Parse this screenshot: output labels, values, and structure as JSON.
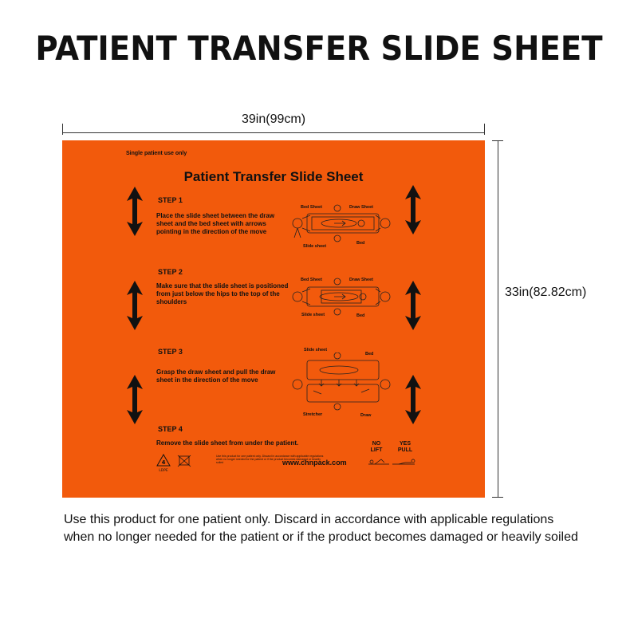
{
  "title": "PATIENT TRANSFER SLIDE SHEET",
  "dimensions": {
    "width": "39in(99cm)",
    "height": "33in(82.82cm)"
  },
  "sheet": {
    "color": "#f25a0c",
    "note": "Single patient use only",
    "title": "Patient Transfer Slide Sheet",
    "steps": [
      {
        "label": "STEP 1",
        "text": "Place the slide sheet between the draw sheet and the bed sheet with arrows pointing in the direction of the move"
      },
      {
        "label": "STEP 2",
        "text": "Make sure that the slide sheet is positioned from just below the hips to the top of the shoulders"
      },
      {
        "label": "STEP 3",
        "text": "Grasp the draw sheet and pull the draw sheet in the direction of the move"
      },
      {
        "label": "STEP 4",
        "text": "Remove the slide sheet from under the patient."
      }
    ],
    "illustration_labels": {
      "s1_bed_sheet": "Bed Sheet",
      "s1_draw_sheet": "Draw Sheet",
      "s1_slide_sheet": "Slide sheet",
      "s1_bed": "Bed",
      "s2_bed_sheet": "Bed Sheet",
      "s2_draw_sheet": "Draw Sheet",
      "s2_slide_sheet": "Slide sheet",
      "s2_bed": "Bed",
      "s3_slide_sheet": "Slide sheet",
      "s3_bed": "Bed",
      "s3_stretcher": "Stretcher",
      "s3_draw": "Draw"
    },
    "recycle_code": "4",
    "recycle_label": "LDPE",
    "fine_print": "Use this product for one patient only. Discard in accordance with applicable regulations when no longer needed for the patient or if the product becomes damaged or heavily soiled",
    "website": "www.chnpack.com",
    "no_lift": "NO LIFT",
    "yes_pull": "YES PULL"
  },
  "footer": {
    "line1": "Use this product for one patient only. Discard in accordance with applicable regulations",
    "line2": "when no longer needed for the patient or if the product becomes damaged or heavily soiled"
  }
}
